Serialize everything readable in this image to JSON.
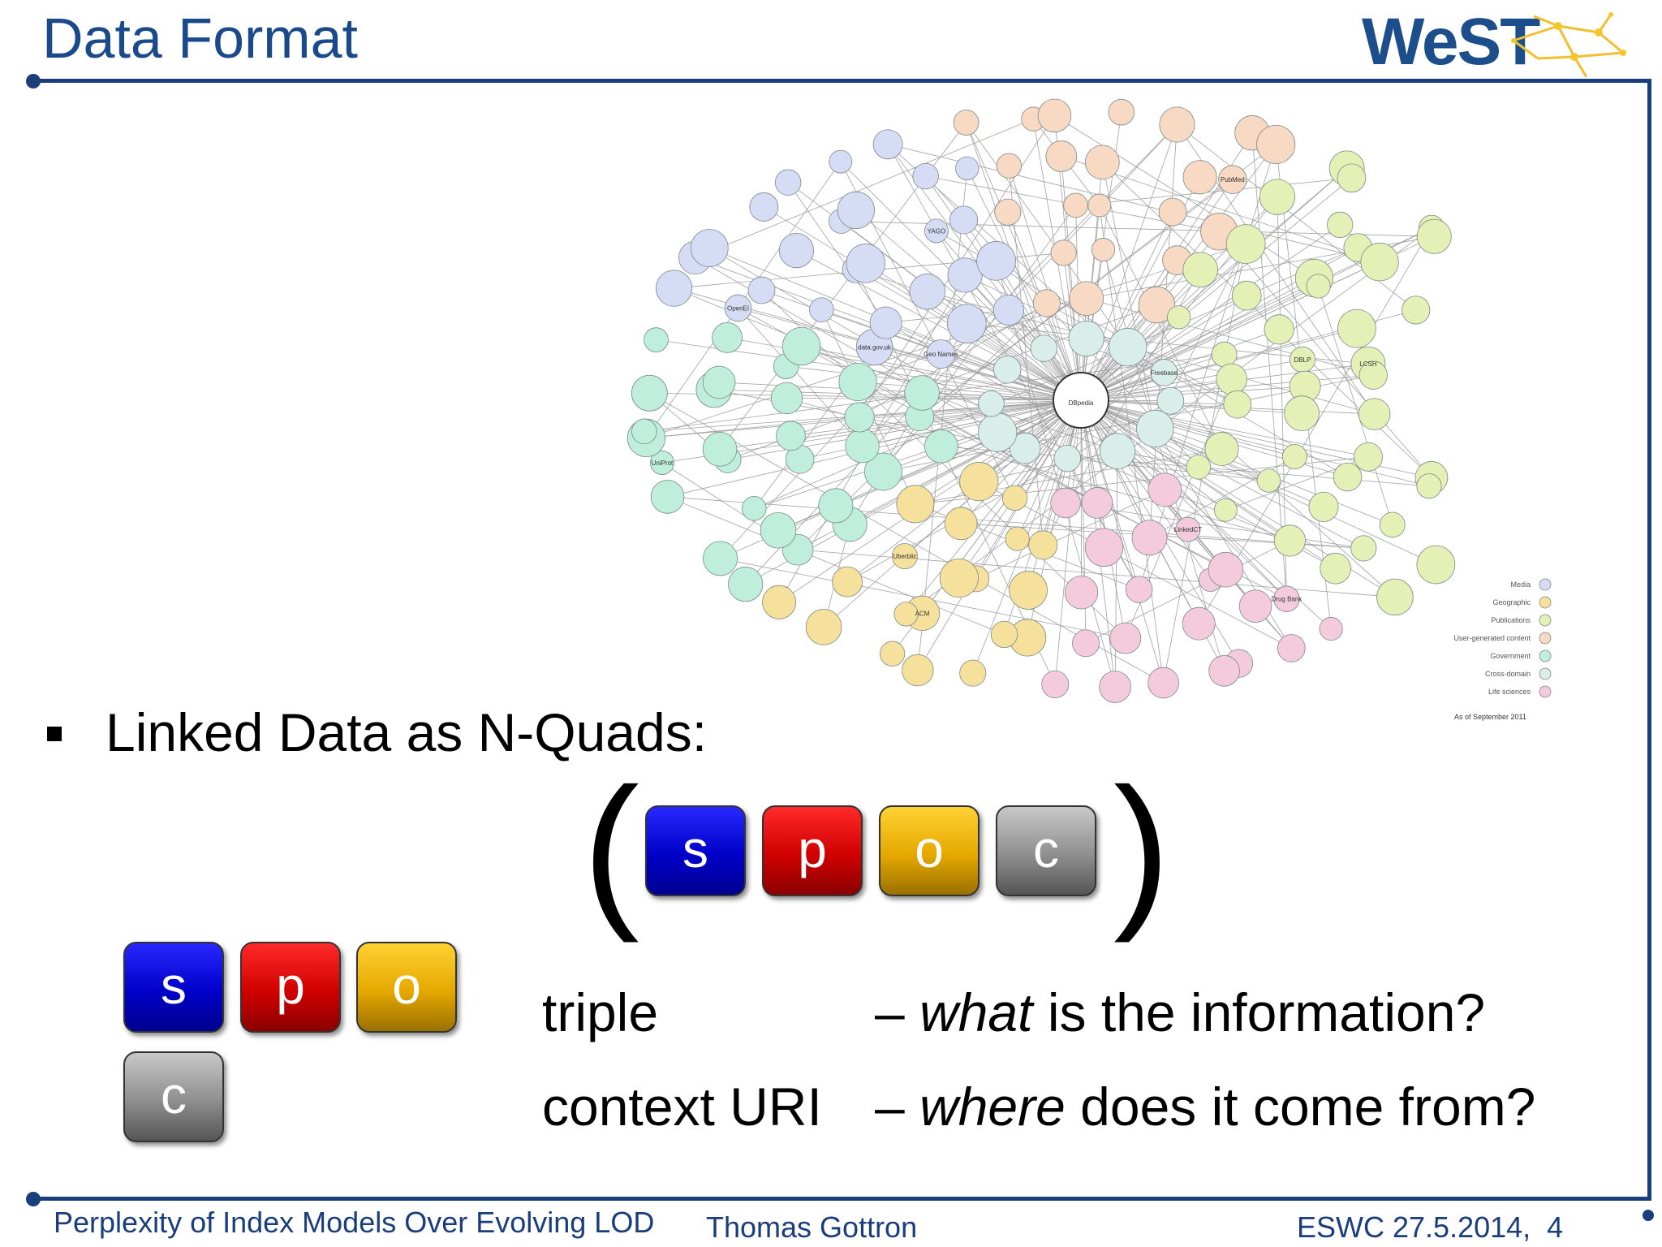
{
  "slide": {
    "title": "Data Format",
    "logo_text": "WeST",
    "bullet": "Linked Data as N-Quads:",
    "paren_open": "(",
    "paren_close": ")",
    "quad": [
      "s",
      "p",
      "o",
      "c"
    ],
    "rows": [
      {
        "label": "triple",
        "dash": "–",
        "emph": "what",
        "rest": " is the information?"
      },
      {
        "label": "context URI",
        "dash": "–",
        "emph": "where",
        "rest": " does it come from?"
      }
    ]
  },
  "lod_cloud": {
    "legend": [
      {
        "label": "Media",
        "color": "#d7dcf5"
      },
      {
        "label": "Geographic",
        "color": "#f5e19b"
      },
      {
        "label": "Publications",
        "color": "#e4f0b5"
      },
      {
        "label": "User-generated content",
        "color": "#f7d9c4"
      },
      {
        "label": "Government",
        "color": "#bfeedd"
      },
      {
        "label": "Cross-domain",
        "color": "#d9eee8"
      },
      {
        "label": "Life sciences",
        "color": "#f4cbdc"
      }
    ],
    "note": "As of September 2011",
    "labels": [
      "DBpedia",
      "Freebase",
      "Geo Names",
      "LinkedCT",
      "data.gov.uk",
      "DBLP",
      "Uberblic",
      "YAGO",
      "LCSH",
      "ACM",
      "OpenEI",
      "PubMed",
      "Drug Bank",
      "UniProt"
    ]
  },
  "footer": {
    "left": "Perplexity of Index Models Over Evolving LOD",
    "center": "Thomas Gottron",
    "right": "ESWC 27.5.2014,  4"
  },
  "colors": {
    "accent": "#1a3d7c",
    "title": "#1a4a8a",
    "s": "#0000c8",
    "p": "#d00000",
    "o": "#e5a800",
    "c": "#8e8e8e"
  }
}
